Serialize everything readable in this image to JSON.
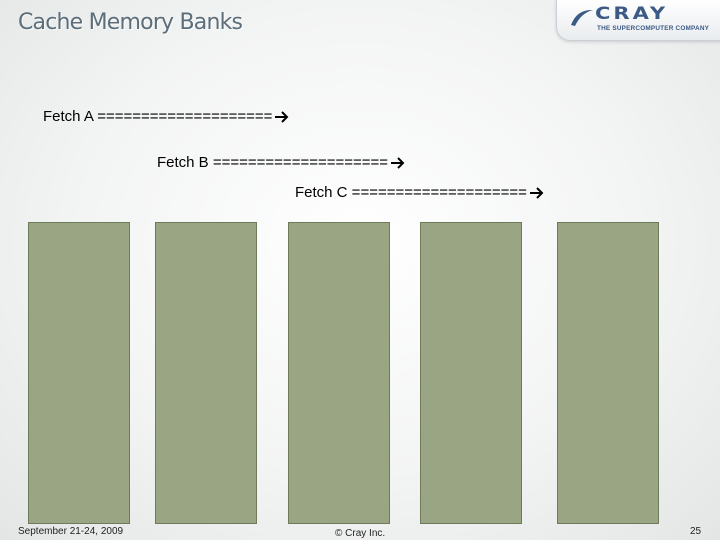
{
  "slide": {
    "title": "Cache Memory Banks",
    "page_number": "25"
  },
  "logo": {
    "wordmark": "CRAY",
    "tagline": "THE SUPERCOMPUTER COMPANY",
    "brand_color": "#3c5a86"
  },
  "fetches": [
    {
      "label": "Fetch A ===================="
    },
    {
      "label": "Fetch B ===================="
    },
    {
      "label": "Fetch C ===================="
    }
  ],
  "banks": {
    "count": 5,
    "fill_color": "#9aa583"
  },
  "footer": {
    "date": "September 21-24, 2009",
    "copyright": "© Cray Inc."
  }
}
